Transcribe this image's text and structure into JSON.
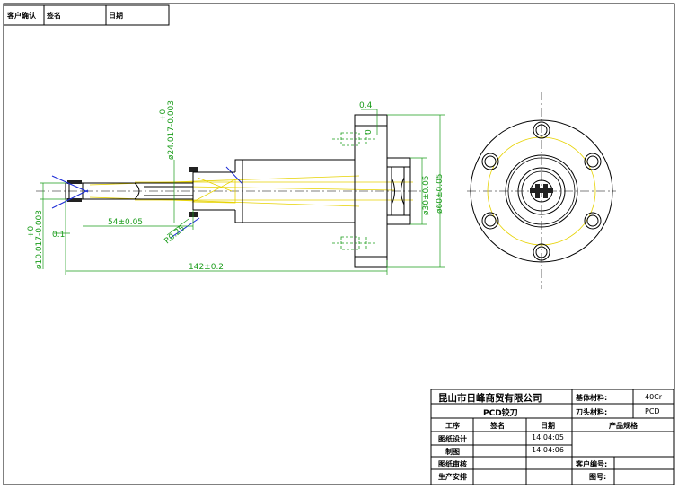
{
  "top_block": {
    "customer_confirm": "客户确认",
    "signature": "签名",
    "date": "日期"
  },
  "dimensions": {
    "flange_chamfer": "0.4",
    "flange_runout": "0",
    "shank_dia": "ø24.017-0.003",
    "shank_tol_upper": "+0",
    "tip_angle": "R0.25",
    "len_54": "54±0.05",
    "len_142": "142±0.2",
    "tip_dia": "ø10.017-0.003",
    "tip_tol_upper": "+0",
    "tip_runout": "0.1",
    "pilot_dia": "ø30±0.05",
    "flange_dia": "ø60±0.05"
  },
  "title_block": {
    "company": "昆山市日峰商贸有限公司",
    "body_material_label": "基体材料:",
    "body_material_value": "40Cr",
    "part_name": "PCD铰刀",
    "tip_material_label": "刀头材料:",
    "tip_material_value": "PCD",
    "col_process": "工序",
    "col_signature": "签名",
    "col_date": "日期",
    "col_spec": "产品规格",
    "row_design": "图纸设计",
    "row_design_date": "14:04:05",
    "row_draw": "制图",
    "row_draw_date": "14:04:06",
    "row_review": "图纸审核",
    "row_production": "生产安排",
    "customer_no_label": "客户编号:",
    "drawing_no_label": "图号:"
  }
}
